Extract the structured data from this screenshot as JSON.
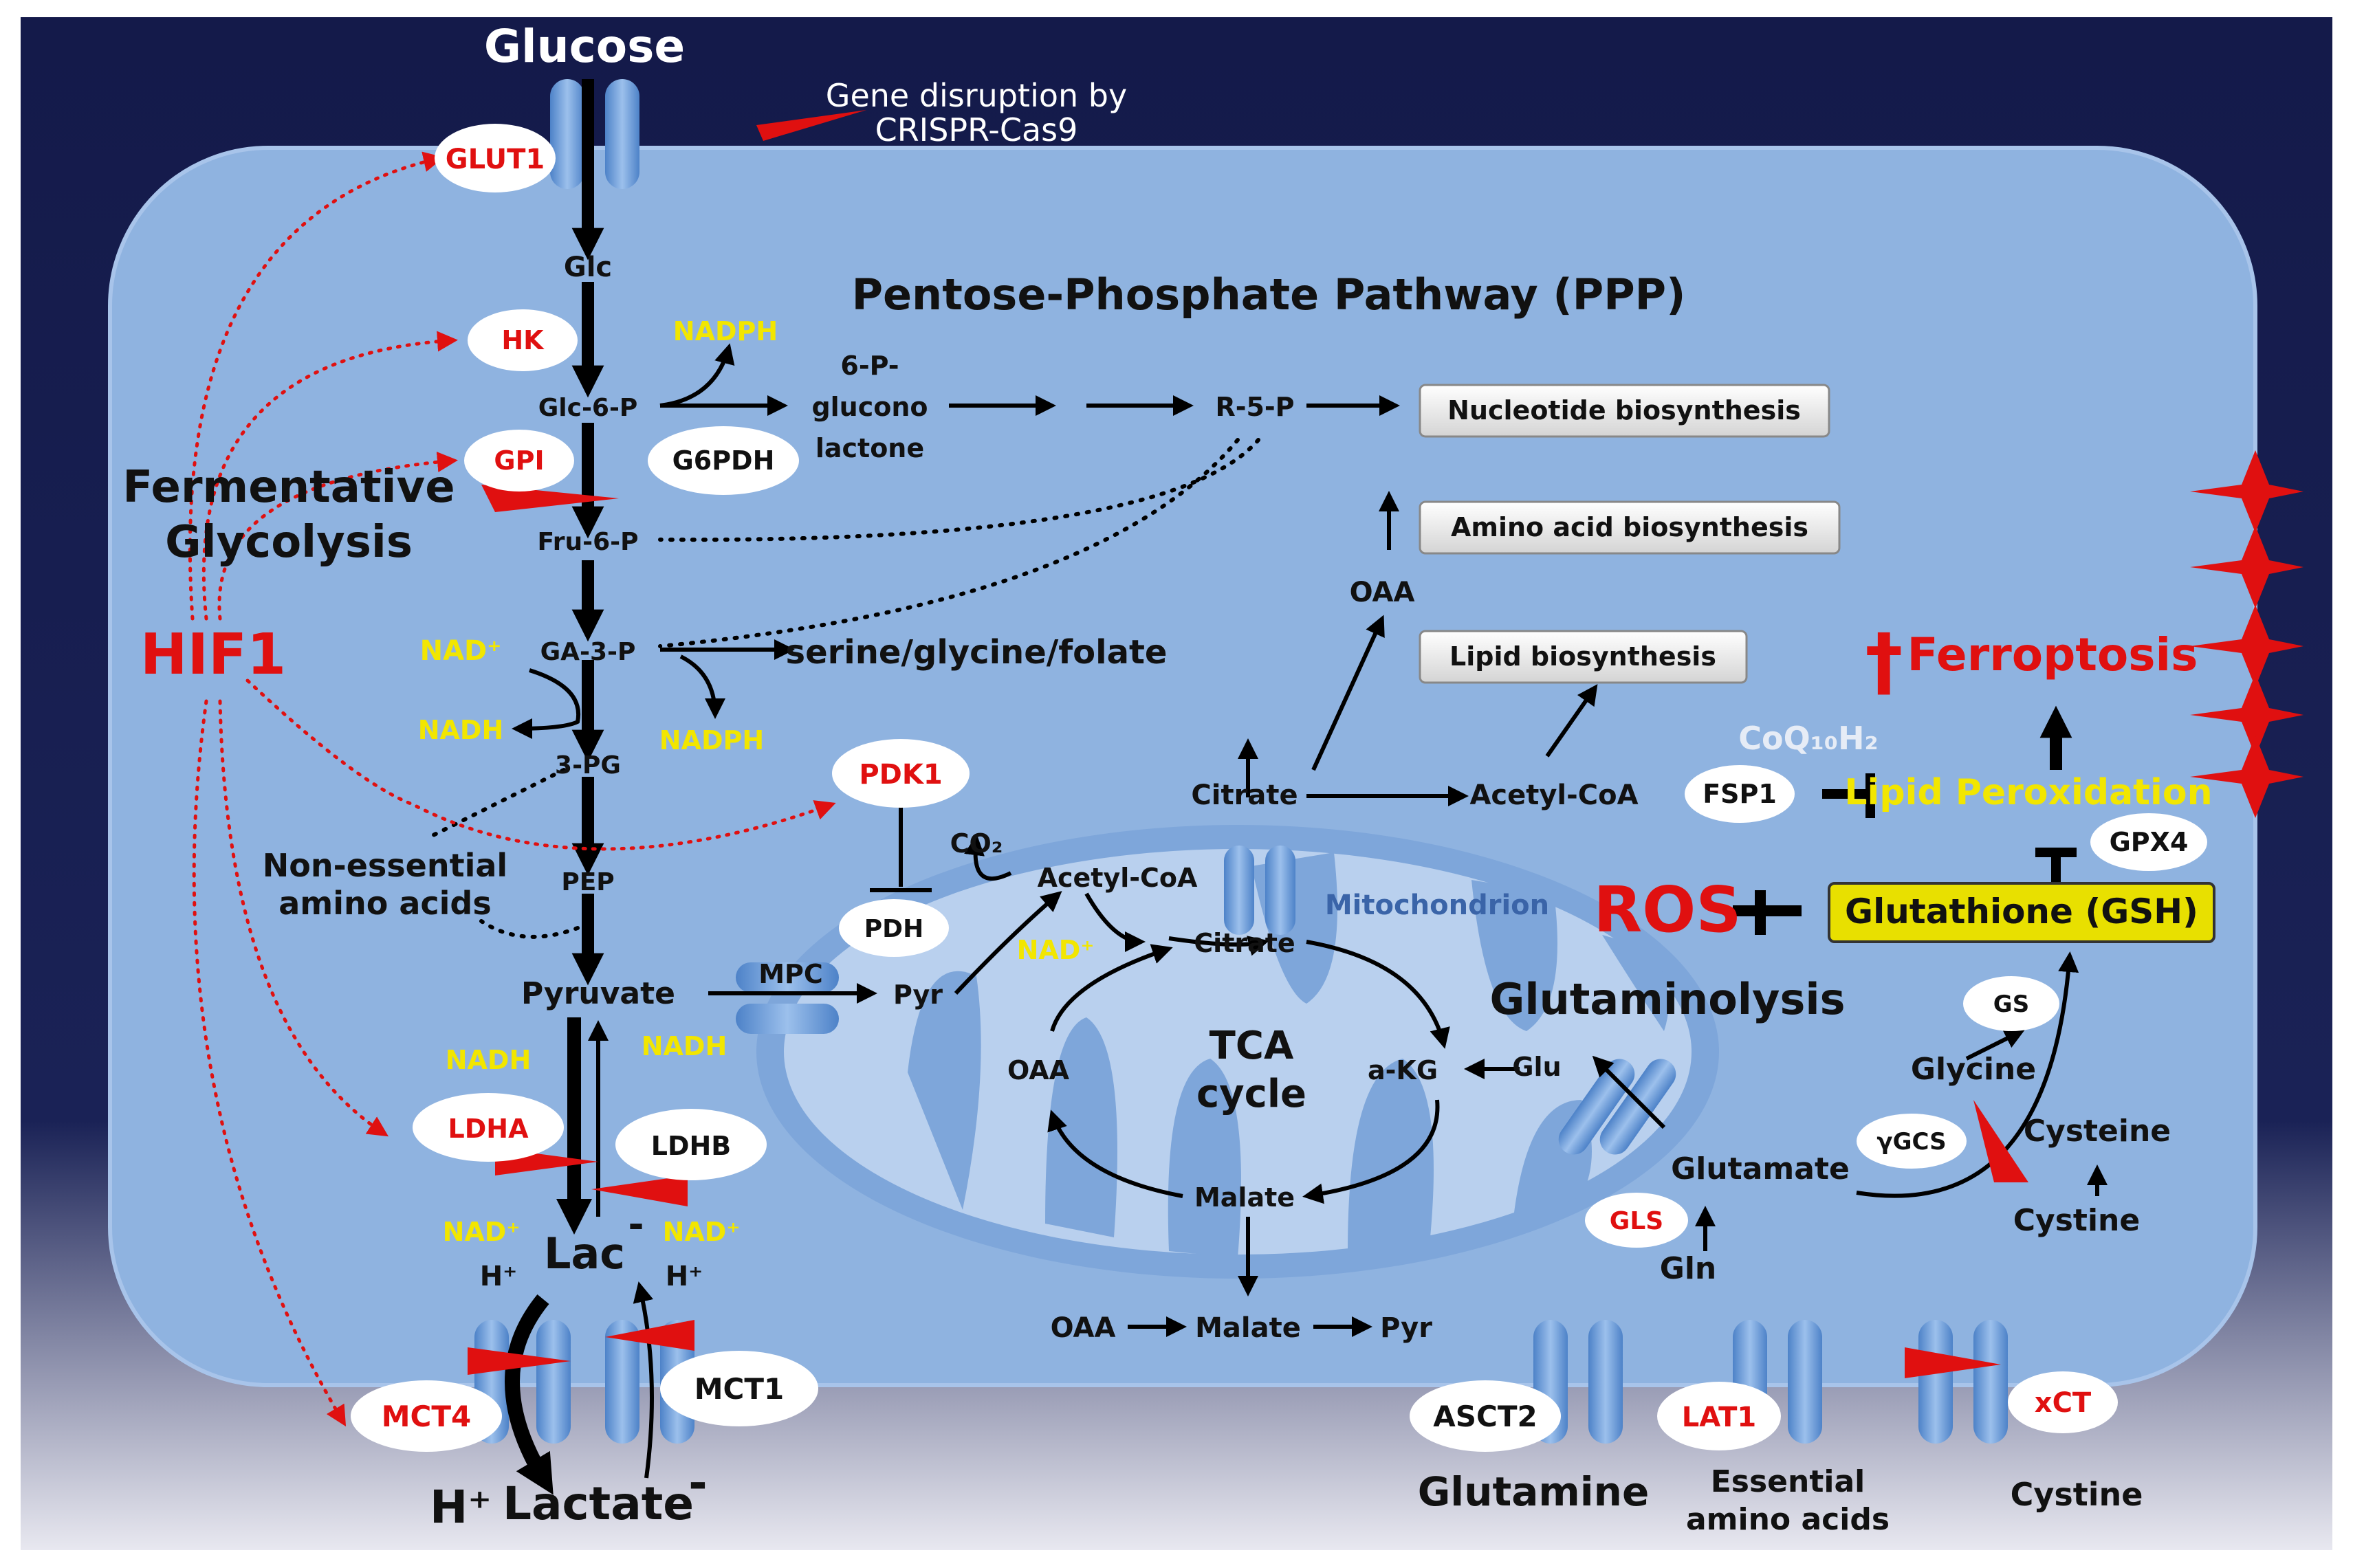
{
  "outside": {
    "glucose": "Glucose",
    "legend_text_1": "Gene disruption by",
    "legend_text_2": "CRISPR-Cas9",
    "h_plus": "H⁺",
    "lactate": "Lactate",
    "lactate_charge": "-",
    "glutamine": "Glutamine",
    "essential_aa_1": "Essential",
    "essential_aa_2": "amino acids",
    "cystine_out": "Cystine"
  },
  "glycolysis": {
    "title_1": "Fermentative",
    "title_2": "Glycolysis",
    "glc": "Glc",
    "glc6p": "Glc-6-P",
    "fru6p": "Fru-6-P",
    "ga3p": "GA-3-P",
    "pg3": "3-PG",
    "pep": "PEP",
    "pyruvate": "Pyruvate",
    "lac": "Lac",
    "lac_charge": "-",
    "h_left": "H⁺",
    "h_right": "H⁺",
    "nad_ga3p": "NAD⁺",
    "nadh_ga3p": "NADH",
    "nadph_ga3p": "NADPH",
    "nadh_left": "NADH",
    "nadh_right": "NADH",
    "nad_left": "NAD⁺",
    "nad_right": "NAD⁺",
    "non_essential_1": "Non-essential",
    "non_essential_2": "amino acids",
    "serine": "serine/glycine/folate"
  },
  "ppp": {
    "title": "Pentose-Phosphate Pathway (PPP)",
    "nadph": "NADPH",
    "gluconolactone_1": "6-P-",
    "gluconolactone_2": "glucono",
    "gluconolactone_3": "lactone",
    "r5p": "R-5-P"
  },
  "hif": "HIF1",
  "ovals": {
    "glut1": "GLUT1",
    "hk": "HK",
    "gpi": "GPI",
    "g6pdh": "G6PDH",
    "pdk1": "PDK1",
    "pdh": "PDH",
    "ldha": "LDHA",
    "ldhb": "LDHB",
    "mct4": "MCT4",
    "mct1": "MCT1",
    "mpc": "MPC",
    "gls": "GLS",
    "asct2": "ASCT2",
    "lat1": "LAT1",
    "xct": "xCT",
    "fsp1": "FSP1",
    "gpx4": "GPX4",
    "gs": "GS",
    "ggcs": "γGCS"
  },
  "boxes": {
    "nucleotide": "Nucleotide biosynthesis",
    "amino_acid": "Amino acid biosynthesis",
    "lipid": "Lipid biosynthesis",
    "gsh": "Glutathione (GSH)"
  },
  "mito": {
    "label": "Mitochondrion",
    "tca_1": "TCA",
    "tca_2": "cycle",
    "co2": "CO₂",
    "acetyl_coa": "Acetyl-CoA",
    "citrate_in": "Citrate",
    "nad": "NAD⁺",
    "pyr": "Pyr",
    "oaa": "OAA",
    "akg": "a-KG",
    "glu": "Glu",
    "malate": "Malate"
  },
  "cytosol": {
    "citrate_out": "Citrate",
    "acetyl_coa_out": "Acetyl-CoA",
    "oaa_up": "OAA",
    "oaa_bottom": "OAA",
    "malate_bottom": "Malate",
    "pyr_bottom": "Pyr",
    "glutaminolysis": "Glutaminolysis",
    "glutamate": "Glutamate",
    "gln": "Gln",
    "glycine": "Glycine",
    "cysteine": "Cysteine",
    "cystine_in": "Cystine",
    "ros": "ROS",
    "coq": "CoQ₁₀H₂",
    "lipid_perox": "Lipid Peroxidation",
    "ferroptosis": "Ferroptosis",
    "dagger": "†"
  },
  "colors": {
    "background": "#141a4a",
    "cell": "#8fb3e0",
    "mito": "#b9d0ee",
    "enzyme_red": "#e01010",
    "cofactor_yellow": "#f2e600",
    "gsh_box": "#e8e000"
  }
}
